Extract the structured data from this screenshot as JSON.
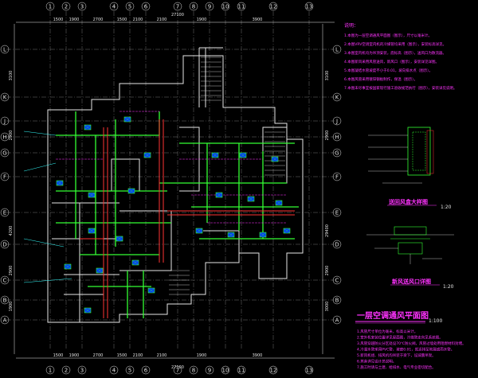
{
  "drawing": {
    "title": "一层空调通风平面图",
    "scale": "1:100",
    "detail_1_title": "送回风盒大样图",
    "detail_1_scale": "1:20",
    "detail_2_title": "新风送风口详图",
    "detail_2_scale": "1:20"
  },
  "grid": {
    "top_numbers": [
      "1",
      "2",
      "3",
      "4",
      "5",
      "6",
      "7",
      "8",
      "9",
      "10",
      "11",
      "12",
      "13"
    ],
    "left_letters": [
      "L",
      "K",
      "J",
      "H",
      "G",
      "F",
      "E",
      "D",
      "C",
      "B",
      "A"
    ],
    "right_letters": [
      "L",
      "K",
      "J",
      "H",
      "G",
      "F",
      "E",
      "D",
      "C",
      "B",
      "A"
    ],
    "top_dims": [
      "1500",
      "1900",
      "2700",
      "1500",
      "2100",
      "2100",
      "1900",
      "3900"
    ],
    "overall_dim": "27100",
    "left_dims": [
      "3100",
      "2900",
      "4200",
      "2900",
      "1900"
    ],
    "right_dims": [
      "3100",
      "2900",
      "29400",
      "2900",
      "3000"
    ]
  },
  "notes": {
    "heading": "说明：",
    "lines": [
      "1.本图为一层空调通风平面图（图示），尺寸以毫米计。",
      "2.本图VRV空调室内机的冷媒管均采用（图示），安装标高详见。",
      "3.本图室内机均为吊顶安装，底标高（图示），送风口为散流器。",
      "4.本图新风采用风管送风，新风口（图示），安装详见详图。",
      "5.本图凝结水管坡度不小于0.01，坡向排水点（图示）。",
      "6.本图风管采用镀锌钢板制作，保温（图示）。",
      "7.本图未尽事宜按国家现行施工验收规范执行（图示），安装详见说明。"
    ]
  },
  "bottom_notes": [
    "1.风管尺寸单位为毫米，标高以米计。",
    "2.室外机安装位置详见屋面图，冷媒管走向见系统图。",
    "3.风管穿越防火分区处设70℃防火阀，风管过墙处用阻燃材料封堵。",
    "4.冷凝水管采用PVC管，坡度0.01，就近排至地漏或雨水管。",
    "5.新风机组、排风机均吊装于梁下，设减震吊架。",
    "6.其余详见设计总说明。",
    "7.施工时请与土建、给排水、电气专业密切配合。"
  ]
}
